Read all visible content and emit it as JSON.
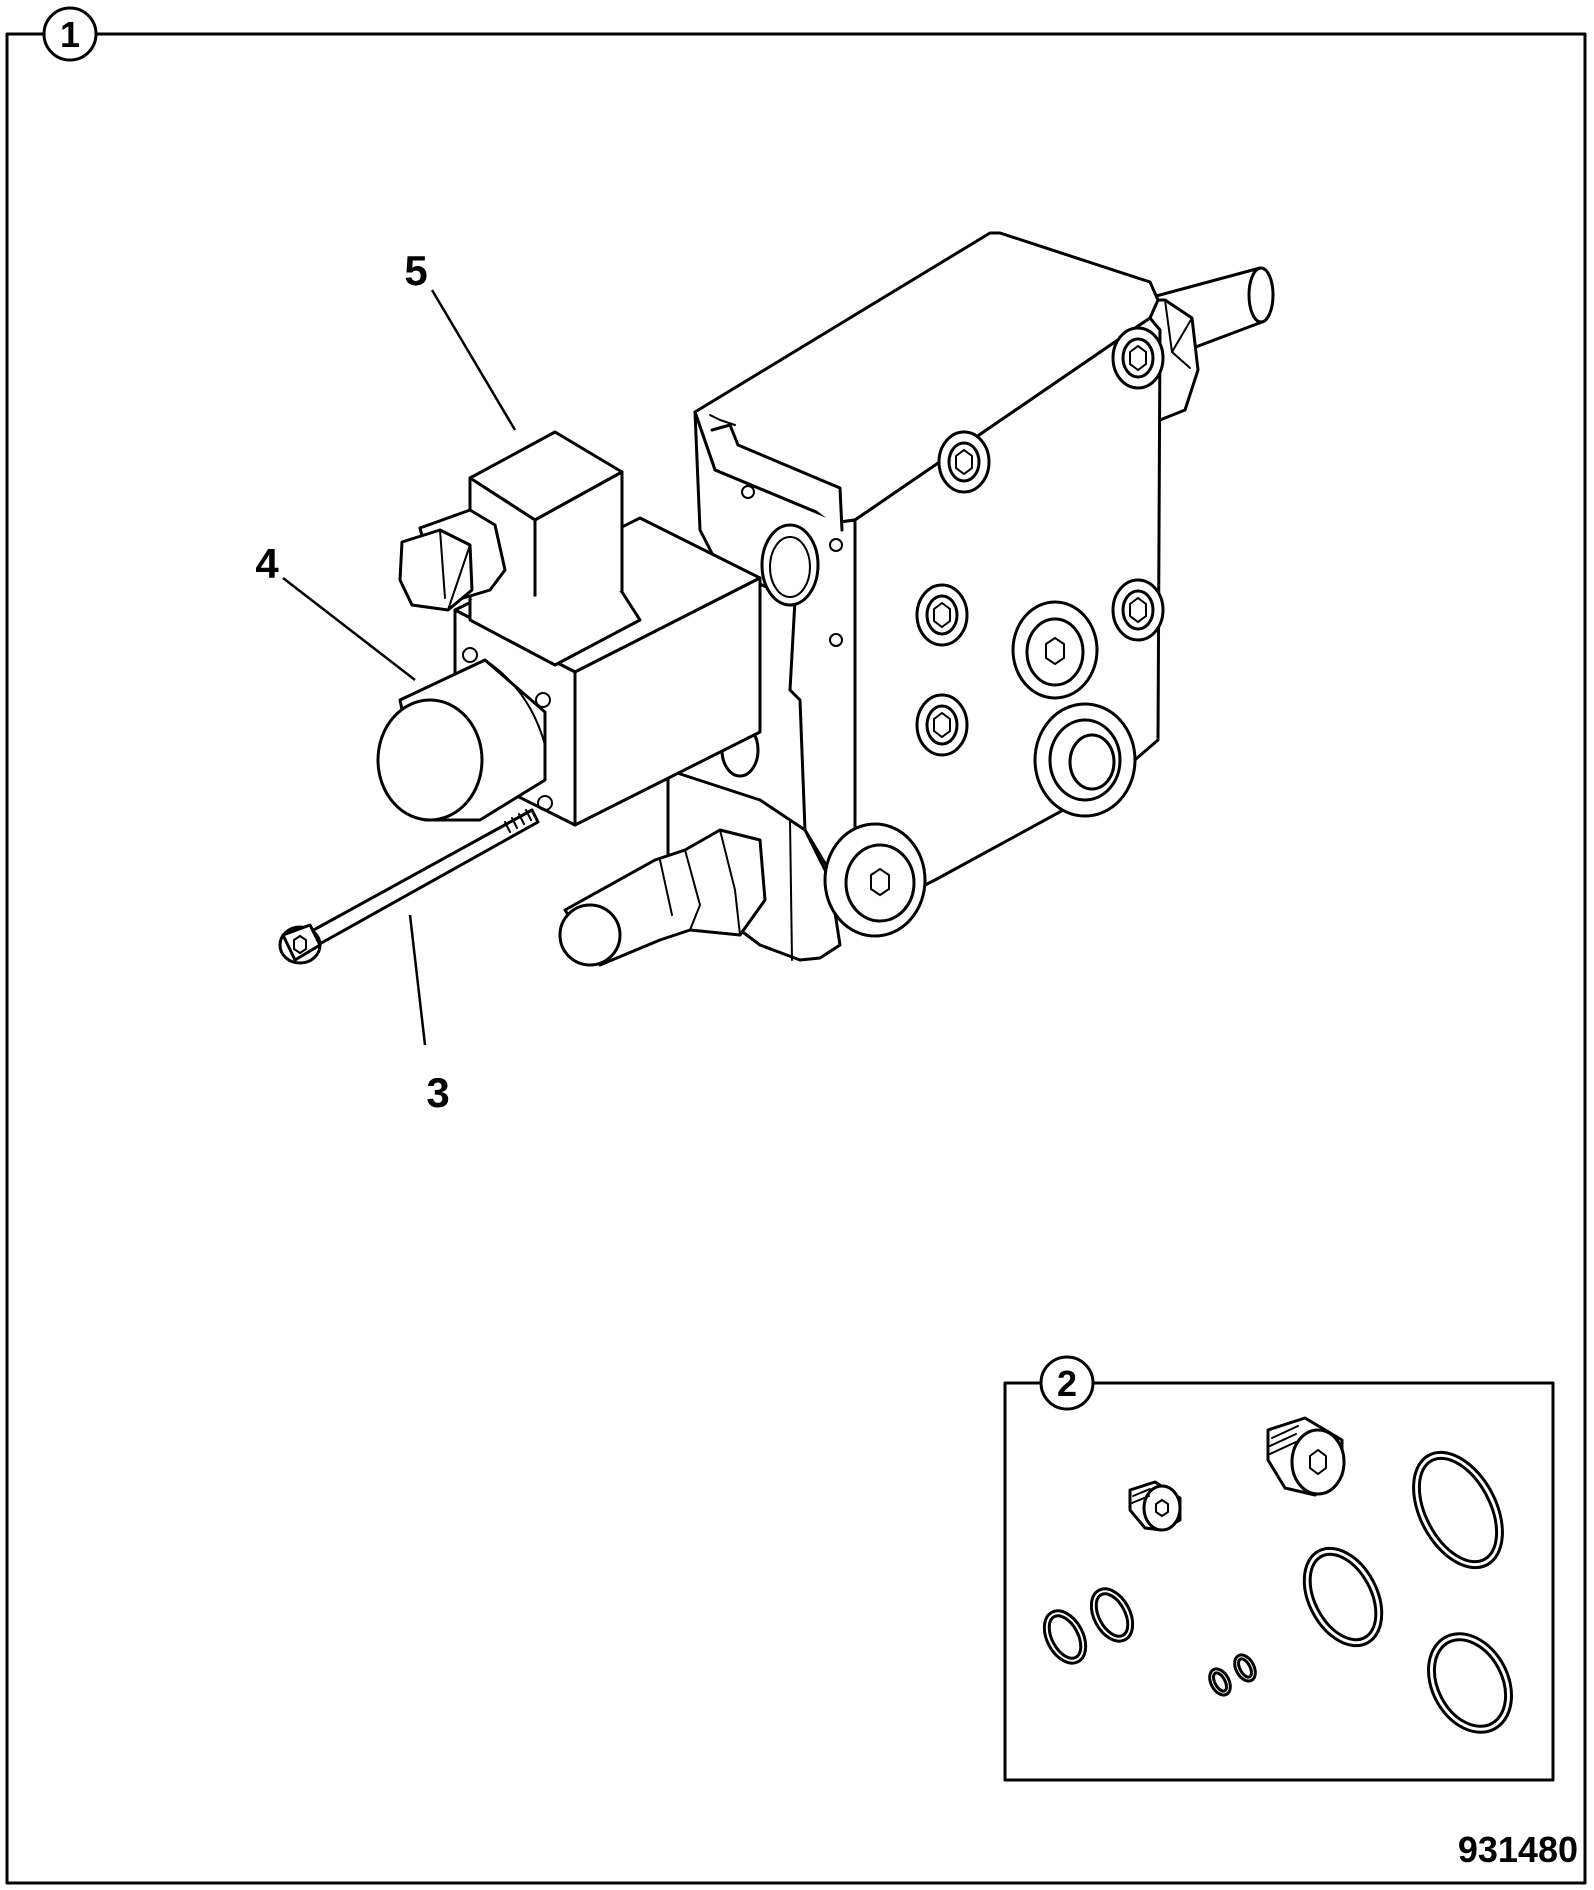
{
  "figure": {
    "figure_number": "931480"
  },
  "main_view": {
    "circle_label": "1",
    "callouts": [
      {
        "id": "callout-5",
        "text": "5"
      },
      {
        "id": "callout-4",
        "text": "4"
      },
      {
        "id": "callout-3",
        "text": "3"
      }
    ]
  },
  "inset_view": {
    "circle_label": "2"
  }
}
